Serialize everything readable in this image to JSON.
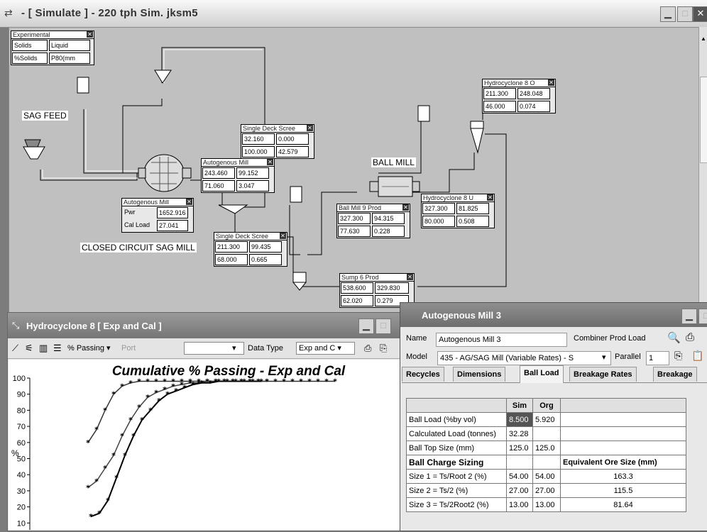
{
  "window": {
    "title": "- [ Simulate ] - 220 tph Sim. jksm5"
  },
  "experimental": {
    "title": "Experimental",
    "cells": [
      "Solids",
      "Liquid",
      "%Solids",
      "P80(mm"
    ]
  },
  "labels": {
    "sag_feed": "SAG FEED",
    "closed_circuit": "CLOSED CIRCUIT SAG MILL",
    "ball_mill": "BALL MILL"
  },
  "panels": {
    "hc_of": {
      "title": "Hydrocyclone 8 O",
      "v": [
        "211.300",
        "248.048",
        "46.000",
        "0.074"
      ]
    },
    "sds1": {
      "title": "Single Deck Scree",
      "v": [
        "32.160",
        "0.000",
        "100.000",
        "42.579"
      ]
    },
    "ag_prod": {
      "title": "Autogenous Mill",
      "v": [
        "243.460",
        "99.152",
        "71.060",
        "3.047"
      ]
    },
    "ag_pwr": {
      "title": "Autogenous Mill",
      "l1": "Pwr",
      "v1": "1652.916",
      "l2": "Cal Load",
      "v2": "27.041"
    },
    "bm_prod": {
      "title": "Ball Mill 9 Prod",
      "v": [
        "327.300",
        "94.315",
        "77.630",
        "0.228"
      ]
    },
    "hc_uf": {
      "title": "Hydrocyclone 8 U",
      "v": [
        "327.300",
        "81.825",
        "80.000",
        "0.508"
      ]
    },
    "sds2": {
      "title": "Single Deck Scree",
      "v": [
        "211.300",
        "99.435",
        "68.000",
        "0.665"
      ]
    },
    "sump": {
      "title": "Sump 6 Prod",
      "v": [
        "538.600",
        "329.830",
        "62.020",
        "0.279"
      ]
    }
  },
  "hc_window": {
    "title": "Hydrocyclone 8 [ Exp and Cal ]",
    "mode": "% Passing",
    "port_label": "Port",
    "data_type_label": "Data Type",
    "data_type_value": "Exp and C"
  },
  "chart_data": {
    "type": "line",
    "title": "Cumulative % Passing - Exp and Cal",
    "ylabel": "%",
    "ylim": [
      0,
      100
    ],
    "yticks": [
      10,
      20,
      30,
      40,
      50,
      60,
      70,
      80,
      90,
      100
    ],
    "series": [
      {
        "values": [
          60,
          68,
          80,
          90,
          95,
          97,
          98,
          98,
          98,
          98,
          98,
          98,
          98,
          98,
          98,
          98,
          98,
          98,
          98,
          98,
          98,
          98,
          98,
          98,
          98,
          98,
          98,
          98,
          98,
          98
        ]
      },
      {
        "values": [
          32,
          36,
          44,
          52,
          64,
          74,
          82,
          88,
          91,
          93,
          95,
          96,
          97,
          97,
          98,
          98,
          98,
          98,
          98,
          98,
          98,
          98
        ]
      },
      {
        "values": [
          14,
          16,
          24,
          38,
          52,
          64,
          74,
          80,
          86,
          90,
          92,
          94,
          96,
          97,
          97,
          98,
          98,
          98,
          98,
          98,
          98
        ]
      }
    ]
  },
  "am_window": {
    "title": "Autogenous Mill 3",
    "name_label": "Name",
    "name_value": "Autogenous Mill 3",
    "combiner": "Combiner Prod Load",
    "model_label": "Model",
    "model_value": "435 - AG/SAG Mill (Variable Rates) - S",
    "parallel_label": "Parallel",
    "parallel_value": "1",
    "tabs": [
      "Recycles",
      "Dimensions",
      "Ball Load",
      "Breakage Rates",
      "Breakage"
    ],
    "grid": {
      "head": [
        "Sim",
        "Org"
      ],
      "rows": [
        {
          "label": "Ball Load (%by vol)",
          "sim": "8.500",
          "org": "5.920",
          "eq": ""
        },
        {
          "label": "Calculated Load (tonnes)",
          "sim": "32.28",
          "org": "",
          "eq": ""
        },
        {
          "label": "Ball Top Size (mm)",
          "sim": "125.0",
          "org": "125.0",
          "eq": ""
        },
        {
          "label": "Ball Charge Sizing",
          "sim": "",
          "org": "",
          "eq": "Equivalent Ore Size (mm)"
        },
        {
          "label": "Size 1 = Ts/Root 2 (%)",
          "sim": "54.00",
          "org": "54.00",
          "eq": "163.3"
        },
        {
          "label": "Size 2 = Ts/2 (%)",
          "sim": "27.00",
          "org": "27.00",
          "eq": "115.5"
        },
        {
          "label": "Size 3 = Ts/2Root2 (%)",
          "sim": "13.00",
          "org": "13.00",
          "eq": "81.64"
        }
      ]
    }
  }
}
